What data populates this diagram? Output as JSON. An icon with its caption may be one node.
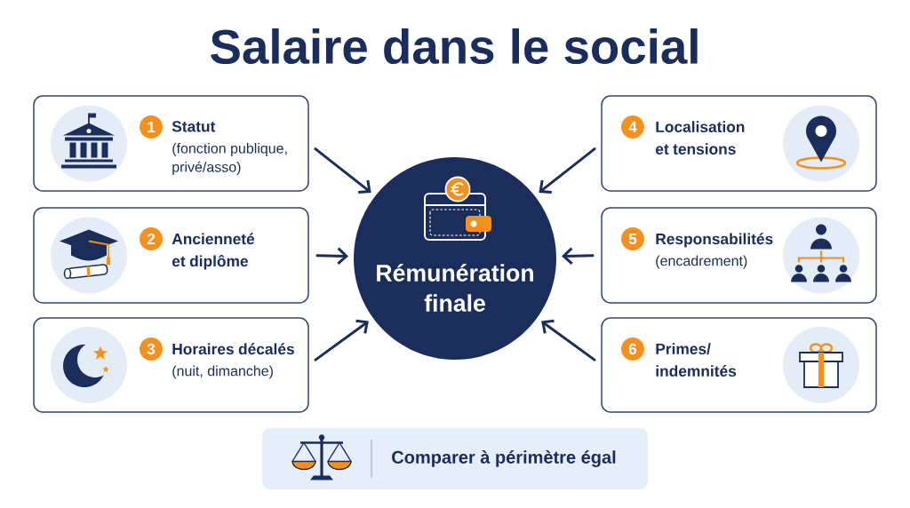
{
  "diagram": {
    "title": "Salaire dans le social",
    "nodes": [
      {
        "text": [
          "Statut",
          "(fonction publique, privé/asso)"
        ]
      },
      {
        "text": [
          "1"
        ],
        "in": 0
      },
      {
        "text": [
          "Ancienneté et diplôme"
        ]
      },
      {
        "text": [
          "2"
        ],
        "in": 2
      },
      {
        "text": [
          "Horaires décalés",
          "(nuit, dimanche)"
        ]
      },
      {
        "text": [
          "3"
        ],
        "in": 4
      },
      {
        "text": [
          "Rémunération finale"
        ]
      },
      {
        "text": [
          "Localisation et tensions"
        ]
      },
      {
        "text": [
          "4"
        ],
        "in": 7
      },
      {
        "text": [
          "Responsabilités",
          "(encadrement)"
        ]
      },
      {
        "text": [
          "5"
        ],
        "in": 9
      },
      {
        "text": [
          "Primes/ indemnités"
        ]
      },
      {
        "text": [
          "6"
        ],
        "in": 11
      },
      {
        "text": [
          "Comparer à périmètre égal"
        ]
      }
    ],
    "edges": [
      {
        "from": 0,
        "to": 6,
        "arrow": "to"
      },
      {
        "from": 2,
        "to": 6,
        "arrow": "to"
      },
      {
        "from": 4,
        "to": 6,
        "arrow": "to"
      },
      {
        "from": 7,
        "to": 6,
        "arrow": "to"
      },
      {
        "from": 9,
        "to": 6,
        "arrow": "to"
      },
      {
        "from": 11,
        "to": 6,
        "arrow": "to"
      }
    ]
  }
}
